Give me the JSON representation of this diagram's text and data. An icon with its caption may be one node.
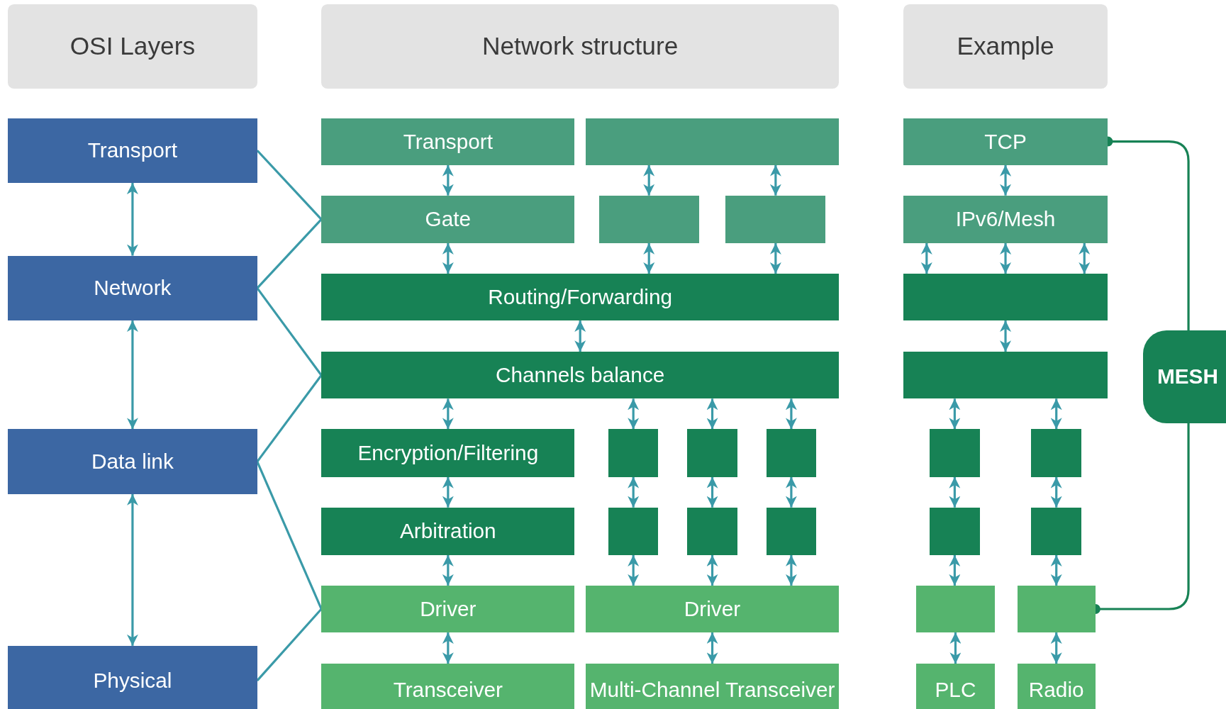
{
  "diagram": {
    "nodes": [
      {
        "text": [
          "OSI Layers"
        ]
      },
      {
        "text": [
          "Network structure"
        ]
      },
      {
        "text": [
          "Example"
        ]
      },
      {
        "text": [
          "Transport"
        ]
      },
      {
        "text": [
          "Network"
        ]
      },
      {
        "text": [
          "Data link"
        ]
      },
      {
        "text": [
          "Physical"
        ]
      },
      {
        "text": [
          "Transport"
        ]
      },
      {
        "text": [],
        "shape": "box"
      },
      {
        "text": [
          "Gate"
        ]
      },
      {
        "text": [],
        "shape": "box"
      },
      {
        "text": [],
        "shape": "box"
      },
      {
        "text": [
          "Routing/Forwarding"
        ]
      },
      {
        "text": [
          "Channels balance"
        ]
      },
      {
        "text": [
          "Encryption/Filtering"
        ]
      },
      {
        "text": [],
        "shape": "box"
      },
      {
        "text": [],
        "shape": "box"
      },
      {
        "text": [],
        "shape": "box"
      },
      {
        "text": [
          "Arbitration"
        ]
      },
      {
        "text": [],
        "shape": "box"
      },
      {
        "text": [],
        "shape": "box"
      },
      {
        "text": [],
        "shape": "box"
      },
      {
        "text": [
          "Driver"
        ]
      },
      {
        "text": [
          "Driver"
        ]
      },
      {
        "text": [
          "Transceiver"
        ]
      },
      {
        "text": [
          "Multi-Channel Transceiver"
        ]
      },
      {
        "text": [
          "TCP"
        ]
      },
      {
        "text": [
          "IPv6/Mesh"
        ]
      },
      {
        "text": [],
        "shape": "box"
      },
      {
        "text": [],
        "shape": "box"
      },
      {
        "text": [],
        "shape": "box"
      },
      {
        "text": [],
        "shape": "box"
      },
      {
        "text": [],
        "shape": "box"
      },
      {
        "text": [],
        "shape": "box"
      },
      {
        "text": [],
        "shape": "box"
      },
      {
        "text": [],
        "shape": "box"
      },
      {
        "text": [
          "PLC"
        ]
      },
      {
        "text": [
          "Radio"
        ]
      },
      {
        "text": [
          "MESH"
        ]
      }
    ],
    "edges": [
      {
        "from": 3,
        "to": 4,
        "arrow": "both"
      },
      {
        "from": 4,
        "to": 5,
        "arrow": "both"
      },
      {
        "from": 5,
        "to": 6,
        "arrow": "both"
      },
      {
        "from": 3,
        "to": 9,
        "arrow": "none"
      },
      {
        "from": 4,
        "to": 9,
        "arrow": "none"
      },
      {
        "from": 4,
        "to": 13,
        "arrow": "none"
      },
      {
        "from": 5,
        "to": 13,
        "arrow": "none"
      },
      {
        "from": 5,
        "to": 22,
        "arrow": "none"
      },
      {
        "from": 6,
        "to": 22,
        "arrow": "none"
      },
      {
        "from": 7,
        "to": 9,
        "arrow": "both"
      },
      {
        "from": 8,
        "to": 10,
        "arrow": "both"
      },
      {
        "from": 8,
        "to": 11,
        "arrow": "both"
      },
      {
        "from": 9,
        "to": 12,
        "arrow": "both"
      },
      {
        "from": 10,
        "to": 12,
        "arrow": "both"
      },
      {
        "from": 11,
        "to": 12,
        "arrow": "both"
      },
      {
        "from": 12,
        "to": 13,
        "arrow": "both"
      },
      {
        "from": 13,
        "to": 14,
        "arrow": "both"
      },
      {
        "from": 13,
        "to": 15,
        "arrow": "both"
      },
      {
        "from": 13,
        "to": 16,
        "arrow": "both"
      },
      {
        "from": 13,
        "to": 17,
        "arrow": "both"
      },
      {
        "from": 14,
        "to": 18,
        "arrow": "both"
      },
      {
        "from": 15,
        "to": 19,
        "arrow": "both"
      },
      {
        "from": 16,
        "to": 20,
        "arrow": "both"
      },
      {
        "from": 17,
        "to": 21,
        "arrow": "both"
      },
      {
        "from": 18,
        "to": 22,
        "arrow": "both"
      },
      {
        "from": 19,
        "to": 23,
        "arrow": "both"
      },
      {
        "from": 20,
        "to": 23,
        "arrow": "both"
      },
      {
        "from": 21,
        "to": 23,
        "arrow": "both"
      },
      {
        "from": 22,
        "to": 24,
        "arrow": "both"
      },
      {
        "from": 23,
        "to": 25,
        "arrow": "both"
      },
      {
        "from": 26,
        "to": 27,
        "arrow": "both"
      },
      {
        "from": 27,
        "to": 28,
        "arrow": "both"
      },
      {
        "from": 27,
        "to": 28,
        "arrow": "both"
      },
      {
        "from": 27,
        "to": 28,
        "arrow": "both"
      },
      {
        "from": 28,
        "to": 29,
        "arrow": "both"
      },
      {
        "from": 29,
        "to": 30,
        "arrow": "both"
      },
      {
        "from": 29,
        "to": 31,
        "arrow": "both"
      },
      {
        "from": 30,
        "to": 32,
        "arrow": "both"
      },
      {
        "from": 31,
        "to": 33,
        "arrow": "both"
      },
      {
        "from": 32,
        "to": 34,
        "arrow": "both"
      },
      {
        "from": 33,
        "to": 35,
        "arrow": "both"
      },
      {
        "from": 34,
        "to": 36,
        "arrow": "both"
      },
      {
        "from": 35,
        "to": 37,
        "arrow": "both"
      },
      {
        "from": 38,
        "to": 26,
        "arrow": "other",
        "color": "#178255"
      },
      {
        "from": 38,
        "to": 35,
        "arrow": "other",
        "color": "#178255"
      }
    ]
  }
}
